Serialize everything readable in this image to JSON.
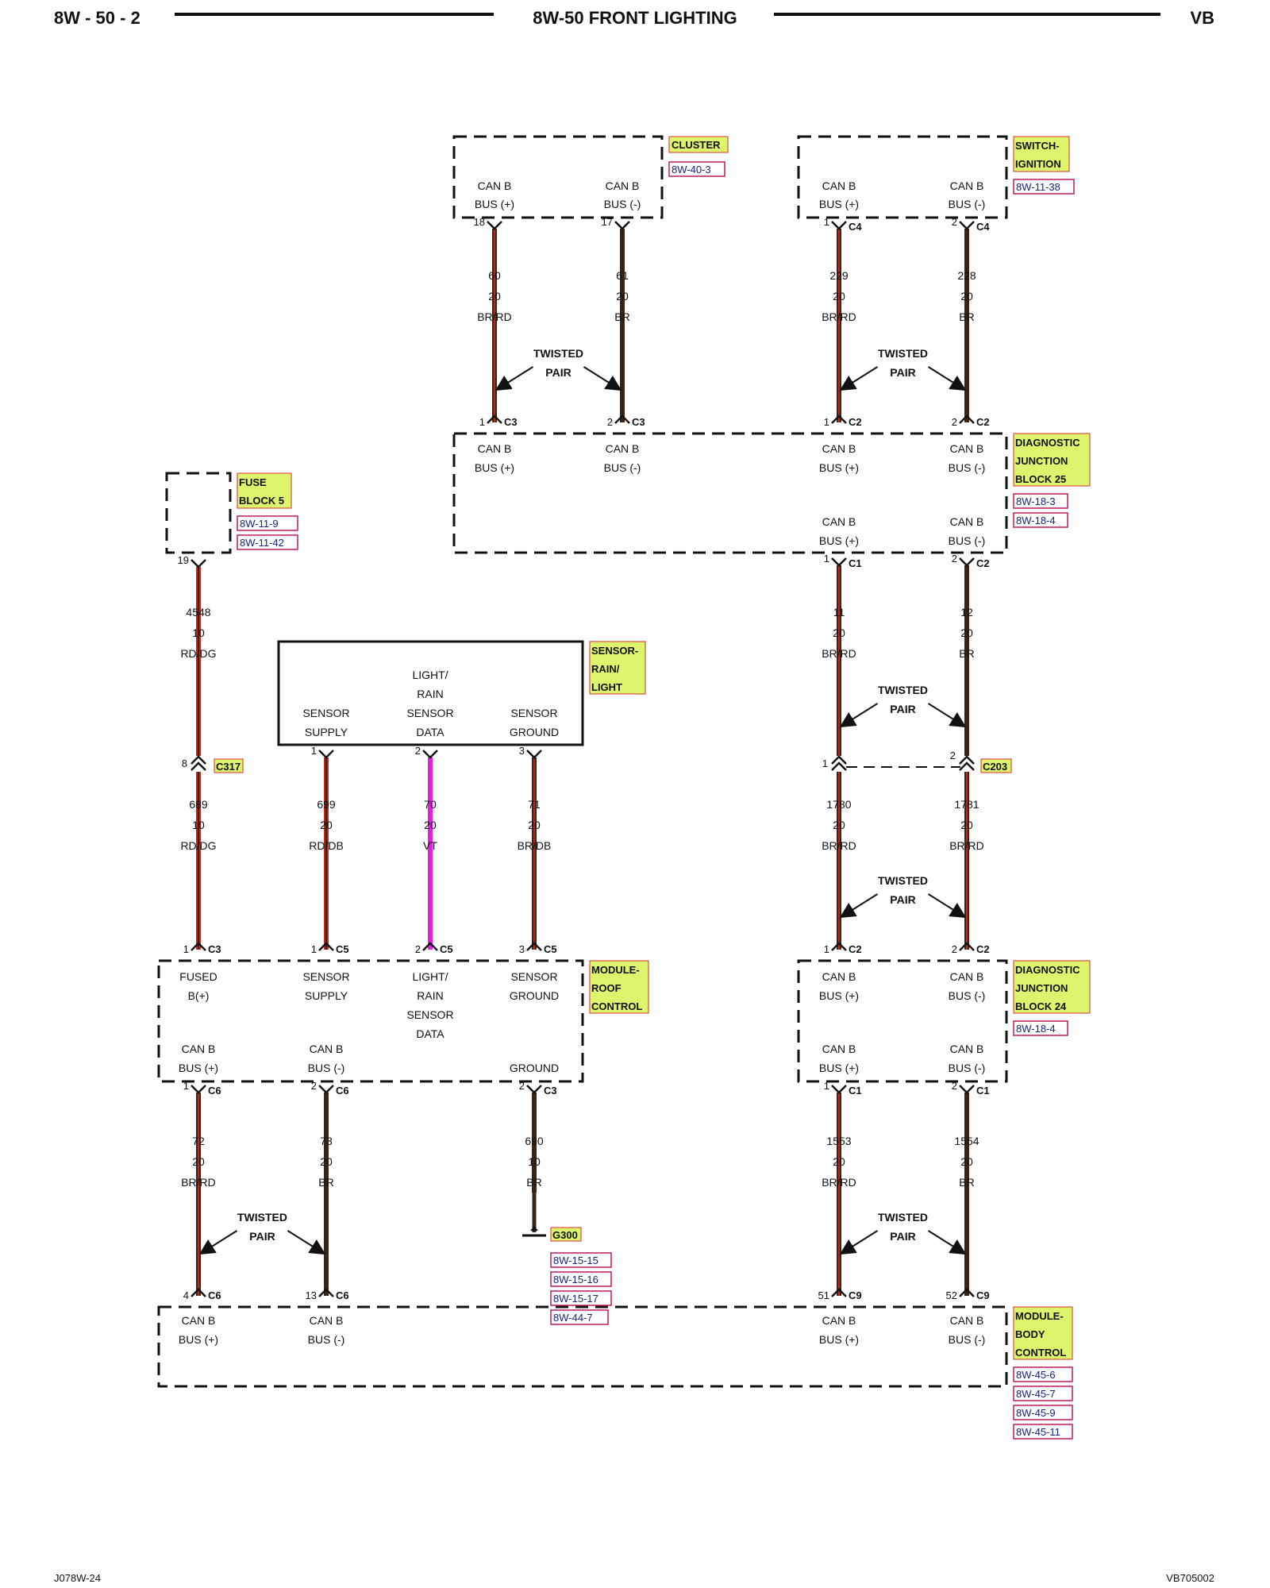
{
  "header": {
    "left": "8W - 50 - 2",
    "title": "8W-50 FRONT LIGHTING",
    "right": "VB"
  },
  "footer": {
    "left": "J078W-24",
    "right": "VB705002"
  },
  "twisted_pair_label": [
    "TWISTED",
    "PAIR"
  ],
  "can_b": {
    "plus": [
      "CAN B",
      "BUS (+)"
    ],
    "minus": [
      "CAN B",
      "BUS (-)"
    ]
  },
  "components": {
    "cluster": {
      "name": [
        "CLUSTER"
      ],
      "refs": [
        "8W-40-3"
      ]
    },
    "switch_ignition": {
      "name": [
        "SWITCH-",
        "IGNITION"
      ],
      "refs": [
        "8W-11-38"
      ]
    },
    "djb25": {
      "name": [
        "DIAGNOSTIC",
        "JUNCTION",
        "BLOCK 25"
      ],
      "refs": [
        "8W-18-3",
        "8W-18-4"
      ]
    },
    "fuse_block5": {
      "name": [
        "FUSE",
        "BLOCK 5"
      ],
      "refs": [
        "8W-11-9",
        "8W-11-42"
      ]
    },
    "sensor_rain_light": {
      "name": [
        "SENSOR-",
        "RAIN/",
        "LIGHT"
      ],
      "pins": {
        "supply": [
          "SENSOR",
          "SUPPLY"
        ],
        "data": [
          "LIGHT/",
          "RAIN",
          "SENSOR",
          "DATA"
        ],
        "ground": [
          "SENSOR",
          "GROUND"
        ]
      }
    },
    "module_roof": {
      "name": [
        "MODULE-",
        "ROOF",
        "CONTROL"
      ],
      "pins": {
        "fused": [
          "FUSED",
          "B(+)"
        ],
        "supply": [
          "SENSOR",
          "SUPPLY"
        ],
        "data": [
          "LIGHT/",
          "RAIN",
          "SENSOR",
          "DATA"
        ],
        "sgnd": [
          "SENSOR",
          "GROUND"
        ],
        "canp": [
          "CAN B",
          "BUS (+)"
        ],
        "canm": [
          "CAN B",
          "BUS (-)"
        ],
        "gnd": [
          "GROUND"
        ]
      }
    },
    "djb24": {
      "name": [
        "DIAGNOSTIC",
        "JUNCTION",
        "BLOCK 24"
      ],
      "refs": [
        "8W-18-4"
      ]
    },
    "module_body": {
      "name": [
        "MODULE-",
        "BODY",
        "CONTROL"
      ],
      "refs": [
        "8W-45-6",
        "8W-45-7",
        "8W-45-9",
        "8W-45-11"
      ]
    },
    "ground_g300": {
      "name": "G300",
      "refs": [
        "8W-15-15",
        "8W-15-16",
        "8W-15-17",
        "8W-44-7"
      ]
    }
  },
  "connector_tags": {
    "c317": "C317",
    "c203": "C203"
  },
  "wires": {
    "w60": {
      "pin": "18",
      "conn": "",
      "circuit": "60",
      "gauge": "20",
      "color": "BR/RD"
    },
    "w61": {
      "pin": "17",
      "conn": "",
      "circuit": "61",
      "gauge": "20",
      "color": "BR"
    },
    "w229": {
      "pin": "1",
      "conn": "C4",
      "circuit": "229",
      "gauge": "20",
      "color": "BR/RD"
    },
    "w228": {
      "pin": "2",
      "conn": "C4",
      "circuit": "228",
      "gauge": "20",
      "color": "BR"
    },
    "w11": {
      "pin": "1",
      "conn": "C1",
      "circuit": "11",
      "gauge": "20",
      "color": "BR/RD"
    },
    "w12": {
      "pin": "2",
      "conn": "C2",
      "circuit": "12",
      "gauge": "20",
      "color": "BR"
    },
    "w4548": {
      "pin": "19",
      "conn": "",
      "circuit": "4548",
      "gauge": "10",
      "color": "RD/DG"
    },
    "w689": {
      "pin": "8",
      "conn": "",
      "circuit": "689",
      "gauge": "10",
      "color": "RD/DG"
    },
    "w699": {
      "pin": "1",
      "conn": "",
      "circuit": "699",
      "gauge": "20",
      "color": "RD/DB"
    },
    "w70": {
      "pin": "2",
      "conn": "",
      "circuit": "70",
      "gauge": "20",
      "color": "VT"
    },
    "w71": {
      "pin": "3",
      "conn": "",
      "circuit": "71",
      "gauge": "20",
      "color": "BR/DB"
    },
    "w1780": {
      "pin": "1",
      "conn": "",
      "circuit": "1780",
      "gauge": "20",
      "color": "BR/RD"
    },
    "w1781": {
      "pin": "2",
      "conn": "",
      "circuit": "1781",
      "gauge": "20",
      "color": "BR/RD"
    },
    "w72": {
      "pin": "1",
      "conn": "C6",
      "circuit": "72",
      "gauge": "20",
      "color": "BR/RD"
    },
    "w73": {
      "pin": "2",
      "conn": "C6",
      "circuit": "73",
      "gauge": "20",
      "color": "BR"
    },
    "w690": {
      "pin": "2",
      "conn": "C3",
      "circuit": "690",
      "gauge": "10",
      "color": "BR"
    },
    "w1553": {
      "pin": "1",
      "conn": "C1",
      "circuit": "1553",
      "gauge": "20",
      "color": "BR/RD"
    },
    "w1554": {
      "pin": "2",
      "conn": "C1",
      "circuit": "1554",
      "gauge": "20",
      "color": "BR"
    }
  },
  "bottom_pins": {
    "b60": {
      "pin": "1",
      "conn": "C3"
    },
    "b61": {
      "pin": "2",
      "conn": "C3"
    },
    "b229": {
      "pin": "1",
      "conn": "C2"
    },
    "b228": {
      "pin": "2",
      "conn": "C2"
    },
    "b1780": {
      "pin": "1",
      "conn": "C2"
    },
    "b1781": {
      "pin": "2",
      "conn": "C2"
    },
    "b689": {
      "pin": "1",
      "conn": "C3"
    },
    "b699": {
      "pin": "1",
      "conn": "C5"
    },
    "b70": {
      "pin": "2",
      "conn": "C5"
    },
    "b71": {
      "pin": "3",
      "conn": "C5"
    },
    "b72": {
      "pin": "4",
      "conn": "C6"
    },
    "b73": {
      "pin": "13",
      "conn": "C6"
    },
    "b1553": {
      "pin": "51",
      "conn": "C9"
    },
    "b1554": {
      "pin": "52",
      "conn": "C9"
    }
  },
  "colors": {
    "brown": "#3a2414",
    "red": "#c0281c",
    "violet": "#e020e0",
    "highlight": "#dcf56c",
    "ref_border": "#c2185b"
  }
}
